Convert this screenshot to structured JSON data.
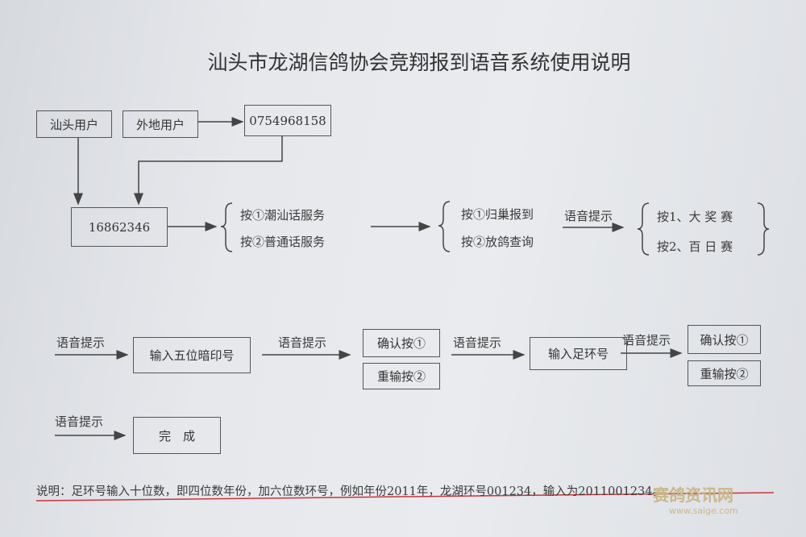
{
  "title": "汕头市龙湖信鸽协会竞翔报到语音系统使用说明",
  "users": {
    "local": "汕头用户",
    "remote": "外地用户",
    "phone_remote": "0754968158",
    "phone_main": "16862346"
  },
  "language": [
    "按①潮汕话服务",
    "按②普通话服务"
  ],
  "service": [
    "按①归巢报到",
    "按②放鸽查询"
  ],
  "prompt": "语音提示",
  "race": [
    "按1、大 奖 赛",
    "按2、百 日 赛"
  ],
  "steps": {
    "input_code": "输入五位暗印号",
    "confirm": "确认按①",
    "reenter": "重输按②",
    "input_ring": "输入足环号",
    "done": "完　成"
  },
  "note": "说明：足环号输入十位数，即四位数年份，加六位数环号，例如年份2011年，龙湖环号001234，输入为2011001234。",
  "watermark": {
    "name": "赛鸽资讯网",
    "url": "www.saige.com"
  }
}
